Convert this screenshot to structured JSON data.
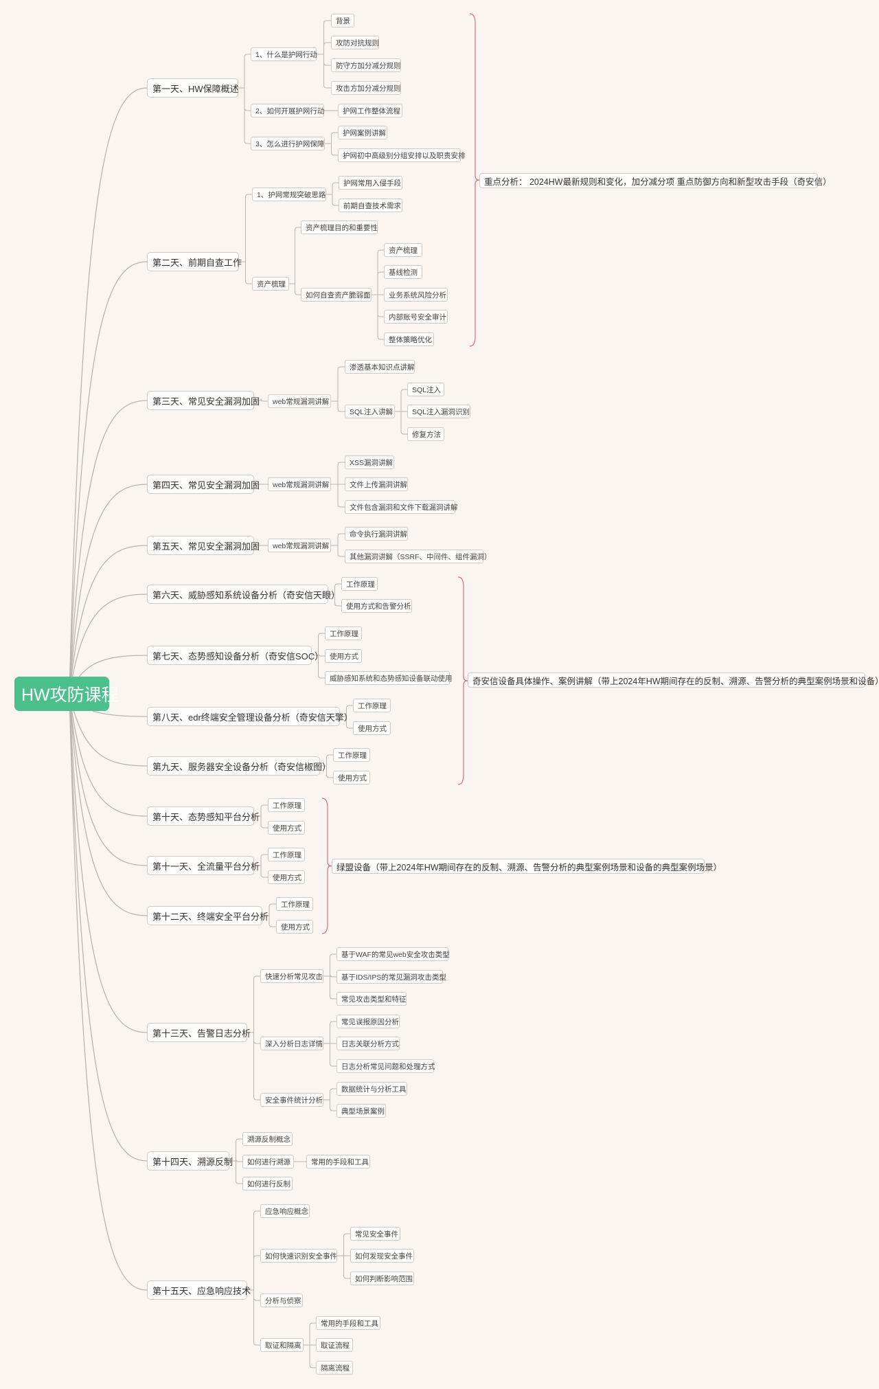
{
  "root": "HW攻防课程",
  "colors": {
    "background": "#fbf5f1",
    "root_fill": "#4cc08c",
    "branch_line": "#b8b4b0",
    "summary_brace": "#d3707a"
  },
  "days": {
    "d1": {
      "title": "第一天、HW保障概述",
      "a": "1、什么是护网行动",
      "a1": "背景",
      "a2": "攻防对抗规则",
      "a3": "防守方加分减分规则",
      "a4": "攻击方加分减分规则",
      "b": "2、如何开展护网行动",
      "b1": "护网工作整体流程",
      "c": "3、怎么进行护网保障",
      "c1": "护网案例讲解",
      "c2": "护网初中高级别分组安排以及职责安排"
    },
    "d2": {
      "title": "第二天、前期自查工作",
      "a": "1、护网常规突破思路",
      "a1": "护网常用入侵手段",
      "a2": "前期自查技术需求",
      "b": "资产梳理",
      "b1": "资产梳理目的和重要性",
      "b2": "如何自查资产脆弱面",
      "b21": "资产梳理",
      "b22": "基线检测",
      "b23": "业务系统风险分析",
      "b24": "内部账号安全审计",
      "b25": "整体策略优化"
    },
    "d3": {
      "title": "第三天、常见安全漏洞加固",
      "a": "web常规漏洞讲解",
      "a1": "渗透基本知识点讲解",
      "a2": "SQL注入讲解",
      "a21": "SQL注入",
      "a22": "SQL注入漏洞识别",
      "a23": "修复方法"
    },
    "d4": {
      "title": "第四天、常见安全漏洞加固",
      "a": "web常规漏洞讲解",
      "a1": "XSS漏洞讲解",
      "a2": "文件上传漏洞讲解",
      "a3": "文件包含漏洞和文件下载漏洞讲解"
    },
    "d5": {
      "title": "第五天、常见安全漏洞加固",
      "a": "web常规漏洞讲解",
      "a1": "命令执行漏洞讲解",
      "a2": "其他漏洞讲解（SSRF、中间件、组件漏洞）"
    },
    "d6": {
      "title": "第六天、威胁感知系统设备分析（奇安信天眼）",
      "a1": "工作原理",
      "a2": "使用方式和告警分析"
    },
    "d7": {
      "title": "第七天、态势感知设备分析（奇安信SOC）",
      "a1": "工作原理",
      "a2": "使用方式",
      "a3": "威胁感知系统和态势感知设备联动使用"
    },
    "d8": {
      "title": "第八天、edr终端安全管理设备分析（奇安信天擎）",
      "a1": "工作原理",
      "a2": "使用方式"
    },
    "d9": {
      "title": "第九天、服务器安全设备分析（奇安信椒图）",
      "a1": "工作原理",
      "a2": "使用方式"
    },
    "d10": {
      "title": "第十天、态势感知平台分析",
      "a1": "工作原理",
      "a2": "使用方式"
    },
    "d11": {
      "title": "第十一天、全流量平台分析",
      "a1": "工作原理",
      "a2": "使用方式"
    },
    "d12": {
      "title": "第十二天、终端安全平台分析",
      "a1": "工作原理",
      "a2": "使用方式"
    },
    "d13": {
      "title": "第十三天、告警日志分析",
      "a": "快速分析常见攻击",
      "a1": "基于WAF的常见web安全攻击类型",
      "a2": "基于IDS/IPS的常见漏洞攻击类型",
      "a3": "常见攻击类型和特征",
      "b": "深入分析日志详情",
      "b1": "常见误报原因分析",
      "b2": "日志关联分析方式",
      "b3": "日志分析常见问题和处理方式",
      "c": "安全事件统计分析",
      "c1": "数据统计与分析工具",
      "c2": "典型场景案例"
    },
    "d14": {
      "title": "第十四天、溯源反制",
      "a": "溯源反制概念",
      "b": "如何进行溯源",
      "b1": "常用的手段和工具",
      "c": "如何进行反制"
    },
    "d15": {
      "title": "第十五天、应急响应技术",
      "a": "应急响应概念",
      "b": "如何快速识别安全事件",
      "b1": "常见安全事件",
      "b2": "如何发现安全事件",
      "b3": "如何判断影响范围",
      "c": "分析与侦察",
      "d": "取证和隔离",
      "d1": "常用的手段和工具",
      "d2": "取证流程",
      "d3": "隔离流程"
    }
  },
  "summaries": {
    "s1": "重点分析： 2024HW最新规则和变化，加分减分项 重点防御方向和新型攻击手段（奇安信）",
    "s2": "奇安信设备具体操作、案例讲解（带上2024年HW期间存在的反制、溯源、告警分析的典型案例场景和设备）",
    "s3": "绿盟设备（带上2024年HW期间存在的反制、溯源、告警分析的典型案例场景和设备的典型案例场景）"
  }
}
